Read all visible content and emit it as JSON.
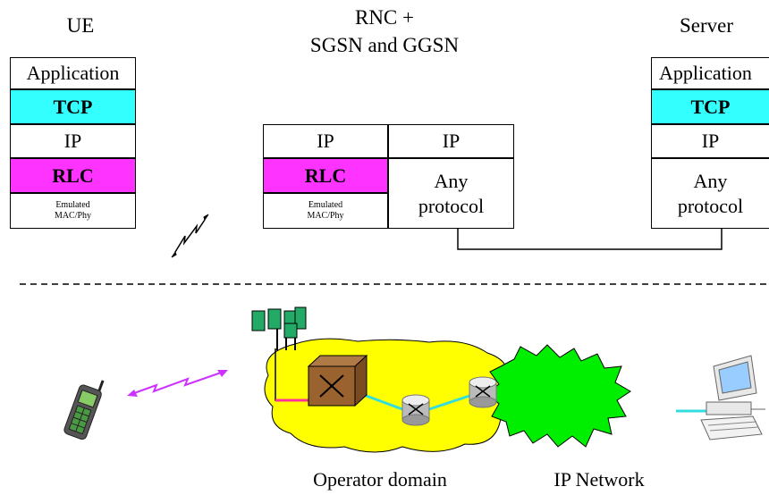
{
  "headers": {
    "ue": "UE",
    "rnc_line1": "RNC +",
    "rnc_line2": "SGSN and GGSN",
    "server": "Server"
  },
  "ue_stack": {
    "application": "Application",
    "tcp": "TCP",
    "ip": "IP",
    "rlc": "RLC",
    "mac_line1": "Emulated",
    "mac_line2": "MAC/Phy"
  },
  "rnc_left_stack": {
    "ip": "IP",
    "rlc": "RLC",
    "mac_line1": "Emulated",
    "mac_line2": "MAC/Phy"
  },
  "rnc_right_stack": {
    "ip": "IP",
    "any_line1": "Any",
    "any_line2": "protocol"
  },
  "server_stack": {
    "application": "Application",
    "tcp": "TCP",
    "ip": "IP",
    "any_line1": "Any",
    "any_line2": "protocol"
  },
  "bottom_labels": {
    "operator_domain": "Operator domain",
    "ip_network": "IP Network"
  },
  "colors": {
    "tcp": "#33ffff",
    "rlc": "#ff33ff",
    "operator_domain": "#ffff00",
    "ip_network": "#00ee00",
    "wireless_link": "#cc33ff",
    "backbone_link": "#33dddd",
    "ran_link": "#ff3399"
  },
  "icons": [
    "mobile-phone-icon",
    "base-station-antenna-icon",
    "rnc-box-icon",
    "router-icon",
    "server-computer-icon",
    "radio-link-icon"
  ]
}
